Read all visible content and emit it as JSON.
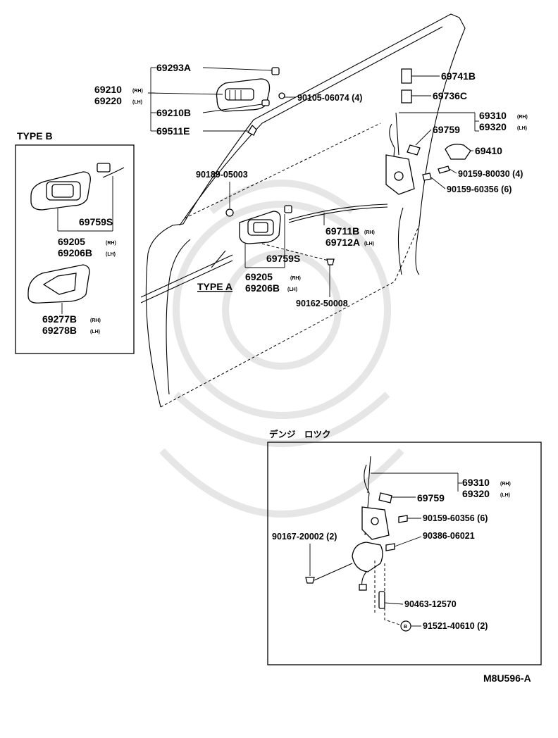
{
  "labels": {
    "p69293a": "69293A",
    "p69210": "69210",
    "p69210_side": "(RH)",
    "p69220": "69220",
    "p69220_side": "(LH)",
    "p90105": "90105-06074 (4)",
    "p69210b": "69210B",
    "p69511e": "69511E",
    "p69741b": "69741B",
    "p69736c": "69736C",
    "p69310": "69310",
    "p69310_side": "(RH)",
    "p69320": "69320",
    "p69320_side": "(LH)",
    "p69759": "69759",
    "p69410": "69410",
    "p90159_80030": "90159-80030 (4)",
    "p90159_60356": "90159-60356 (6)",
    "p90189": "90189-05003",
    "p69711b": "69711B",
    "p69711b_side": "(RH)",
    "p69712a": "69712A",
    "p69712a_side": "(LH)",
    "a69759s": "69759S",
    "a69205": "69205",
    "a69205_side": "(RH)",
    "a69206b": "69206B",
    "a69206b_side": "(LH)",
    "p90162": "90162-50008",
    "type_a": "TYPE A",
    "type_b": "TYPE B",
    "b69759s": "69759S",
    "b69205": "69205",
    "b69205_side": "(RH)",
    "b69206b": "69206B",
    "b69206b_side": "(LH)",
    "b69277b": "69277B",
    "b69277b_side": "(RH)",
    "b69278b": "69278B",
    "b69278b_side": "(LH)",
    "power_lock_title": "デンジ　ロツク",
    "pl69310": "69310",
    "pl69310_side": "(RH)",
    "pl69320": "69320",
    "pl69320_side": "(LH)",
    "pl69759": "69759",
    "pl90159": "90159-60356 (6)",
    "pl90167": "90167-20002 (2)",
    "pl90386": "90386-06021",
    "pl90463": "90463-12570",
    "pl91521": "91521-40610 (2)",
    "pl_b_marker": "B",
    "diagram_code": "M8U596-A"
  }
}
